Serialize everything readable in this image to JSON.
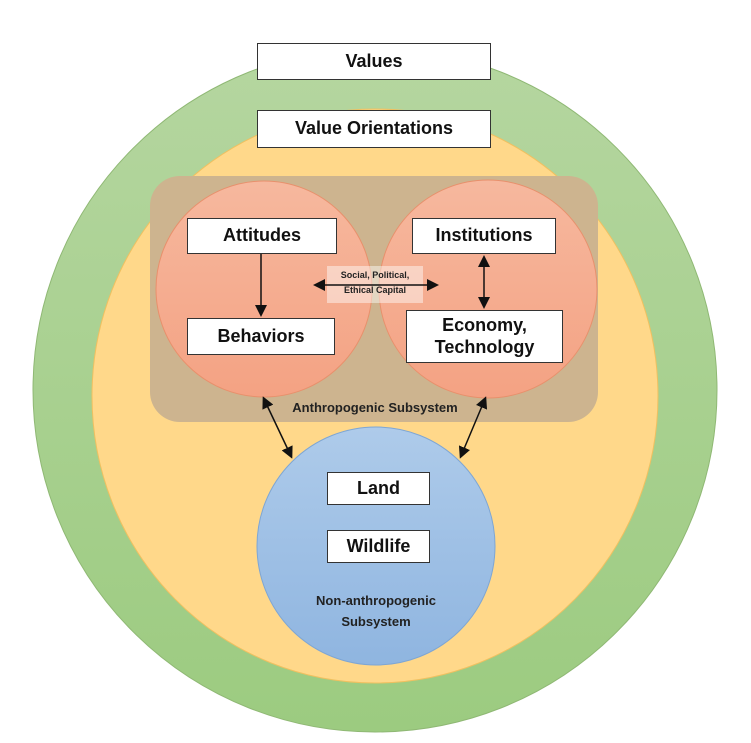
{
  "colors": {
    "outer": "#a9d18e",
    "inner": "#ffd88a",
    "anthro": "#cdb48f",
    "salmon": "#f4a78a",
    "blue": "#9dc3e6"
  },
  "boxes": {
    "values": "Values",
    "value_orientations": "Value Orientations",
    "attitudes": "Attitudes",
    "behaviors": "Behaviors",
    "institutions": "Institutions",
    "economy_line1": "Economy,",
    "economy_line2": "Technology",
    "land": "Land",
    "wildlife": "Wildlife"
  },
  "labels": {
    "capital_line1": "Social, Political,",
    "capital_line2": "Ethical Capital",
    "anthropogenic": "Anthropogenic Subsystem",
    "non_anthro_line1": "Non-anthropogenic",
    "non_anthro_line2": "Subsystem"
  }
}
